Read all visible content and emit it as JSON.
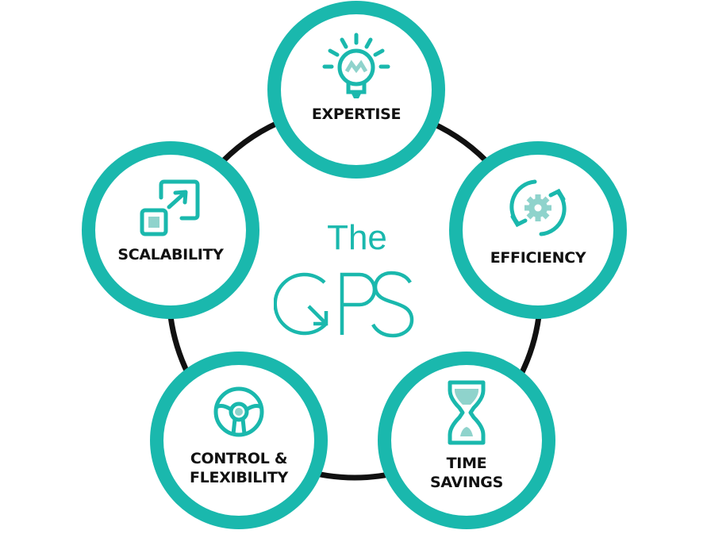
{
  "title": {
    "line1": "The",
    "line2": "GPS"
  },
  "colors": {
    "teal": "#1ab8ad",
    "teal_light": "#8fd3cc",
    "ring": "#111111",
    "text": "#111111",
    "background": "#ffffff"
  },
  "nodes": [
    {
      "id": "expertise",
      "label": "EXPERTISE",
      "icon": "lightbulb-icon"
    },
    {
      "id": "efficiency",
      "label": "EFFICIENCY",
      "icon": "gear-cycle-icon"
    },
    {
      "id": "time-savings",
      "label": "TIME\nSAVINGS",
      "icon": "hourglass-icon"
    },
    {
      "id": "control-flexibility",
      "label": "CONTROL &\nFLEXIBILITY",
      "icon": "steering-wheel-icon"
    },
    {
      "id": "scalability",
      "label": "SCALABILITY",
      "icon": "scale-up-icon"
    }
  ]
}
